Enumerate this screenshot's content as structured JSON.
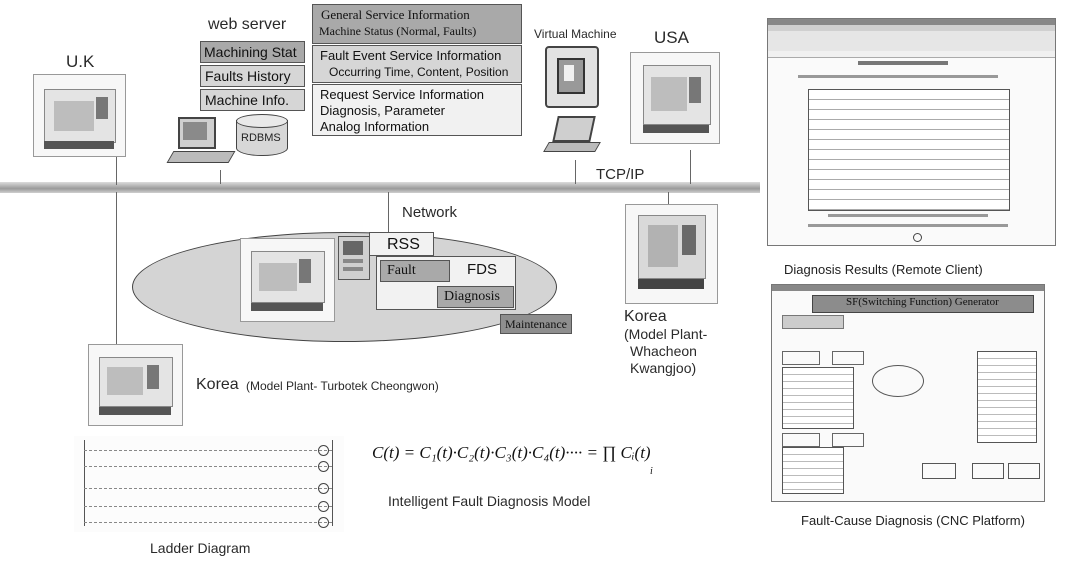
{
  "labels": {
    "uk": "U.K",
    "web_server": "web server",
    "virtual_machine": "Virtual Machine",
    "usa": "USA",
    "tcp_ip": "TCP/IP",
    "network": "Network",
    "rdbms": "RDBMS",
    "korea_right_title": "Korea",
    "korea_right_sub1": "(Model Plant-",
    "korea_right_sub2": "Whacheon",
    "korea_right_sub3": "Kwangjoo)",
    "korea_left_title": "Korea",
    "korea_left_sub": "(Model Plant- Turbotek Cheongwon)",
    "ladder_diagram": "Ladder Diagram",
    "formula": "C(t) = C₁(t)·C₂(t)·C₃(t)·C₄(t)···· = ∏ Cᵢ(t)",
    "formula_sub": "i",
    "model_caption": "Intelligent Fault Diagnosis Model",
    "diag_results_caption": "Diagnosis Results (Remote Client)",
    "fault_cause_caption": "Fault-Cause Diagnosis (CNC Platform)"
  },
  "server_menu": [
    "Machining Stat",
    "Faults History",
    "Machine Info."
  ],
  "services": {
    "general_l1": "General Service Information",
    "general_l2": "Machine Status (Normal, Faults)",
    "fault_l1": "Fault Event Service Information",
    "fault_l2": "Occurring Time, Content, Position",
    "request_l1": "Request Service Information",
    "request_l2": "Diagnosis, Parameter",
    "request_l3": "Analog Information"
  },
  "system": {
    "rss": "RSS",
    "fds": "FDS",
    "fault": "Fault",
    "diagnosis": "Diagnosis",
    "maintenance": "Maintenance"
  },
  "sf_window": {
    "title": "SF(Switching Function) Generator"
  }
}
